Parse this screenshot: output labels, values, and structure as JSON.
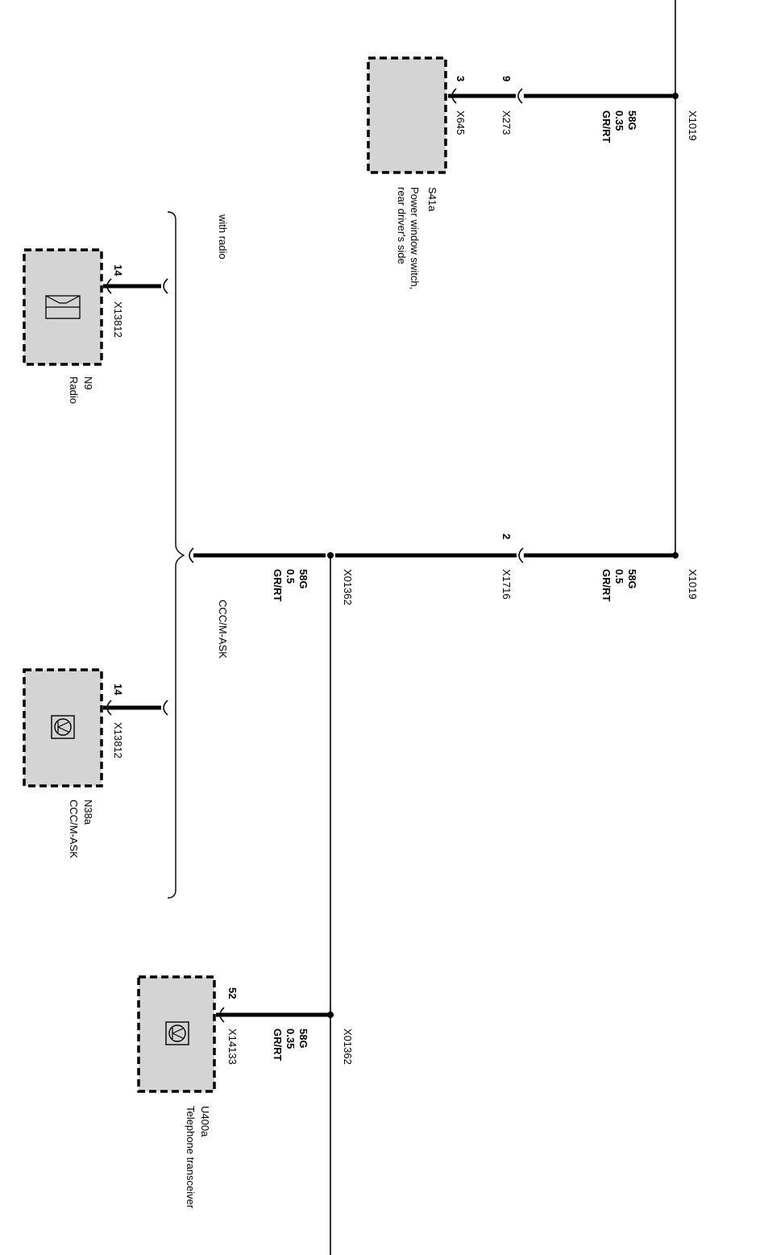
{
  "colors": {
    "wire": "#000000",
    "component_fill": "#d4d4d4",
    "background": "#ffffff"
  },
  "components": {
    "s41a": {
      "id": "S41a",
      "name_line1": "Power window switch,",
      "name_line2": "rear driver's side",
      "connector": "X645",
      "pin": "3",
      "icon": "none"
    },
    "n9": {
      "id": "N9",
      "name": "Radio",
      "connector": "X13812",
      "pin": "14",
      "icon": "radio-speaker-icon"
    },
    "n38a": {
      "id": "N38a",
      "name": "CCC/M-ASK",
      "connector": "X13812",
      "pin": "14",
      "icon": "telephone-icon"
    },
    "u400a": {
      "id": "U400a",
      "name": "Telephone transceiver",
      "connector": "X14133",
      "pin": "52",
      "icon": "telephone-icon"
    }
  },
  "wires": {
    "w_s41a": {
      "code": "58G",
      "gauge": "0.35",
      "color": "GR/RT",
      "plug": "X273",
      "plug_pin": "9",
      "splice": "X1019"
    },
    "w_main_upper": {
      "code": "58G",
      "gauge": "0.5",
      "color": "GR/RT",
      "splice": "X1019"
    },
    "w_main_plug": {
      "plug": "X1716",
      "plug_pin": "2"
    },
    "w_main_lower": {
      "code": "58G",
      "gauge": "0.5",
      "color": "GR/RT",
      "splice": "X01362"
    },
    "w_u400a": {
      "code": "58G",
      "gauge": "0.35",
      "color": "GR/RT",
      "splice": "X01362"
    }
  },
  "options": {
    "with_radio": "with radio",
    "ccc": "CCC/M-ASK"
  }
}
